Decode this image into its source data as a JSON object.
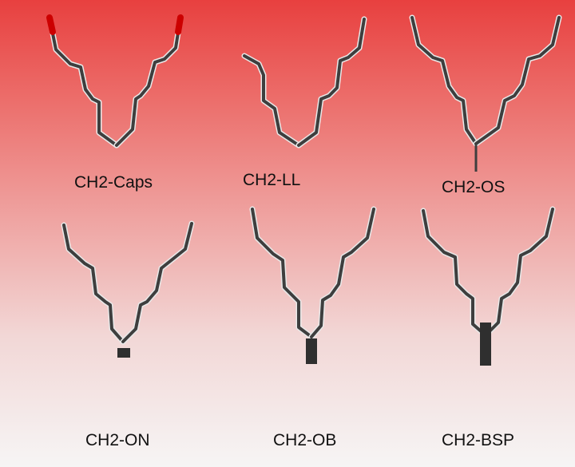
{
  "labels": {
    "caps": "CH2-Caps",
    "ll": "CH2-LL",
    "os": "CH2-OS",
    "on": "CH2-ON",
    "ob": "CH2-OB",
    "bsp": "CH2-BSP"
  },
  "colors": {
    "background_top": "#e8403f",
    "background_bottom": "#f6f5f5",
    "chain": "#3e3e3e",
    "cap": "#cc0000",
    "anchor": "#2f2f2f"
  }
}
